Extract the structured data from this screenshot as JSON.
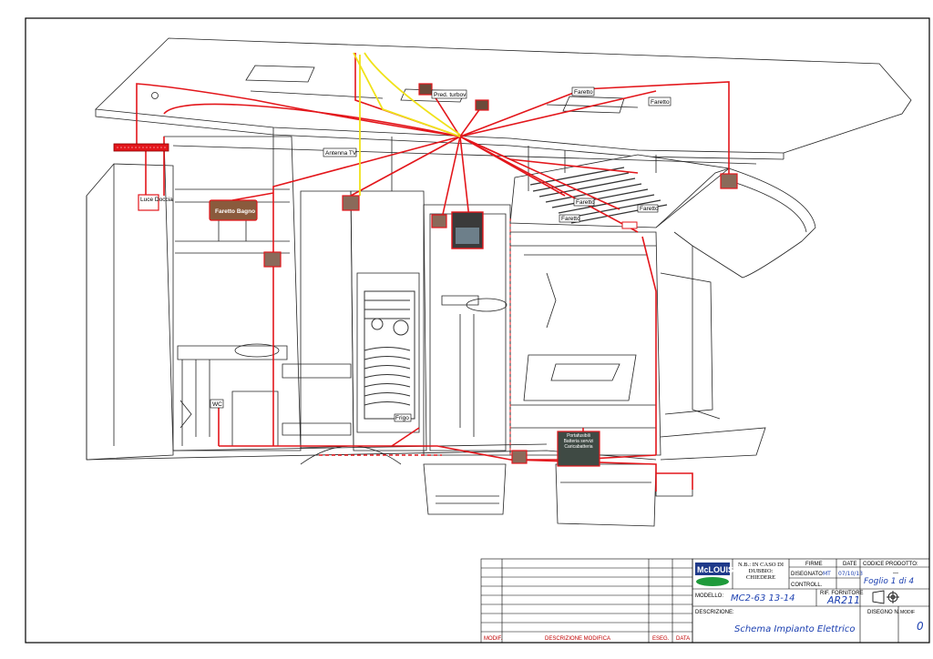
{
  "drawing_labels": {
    "pred_turbov": "Pred. turbov",
    "faretto_a": "Faretto",
    "faretto_b": "Faretto",
    "faretto_c": "Faretto",
    "faretto_d": "Faretto",
    "faretto_e": "Faretto",
    "antenna_tv": "Antenna TV",
    "luce_doccia": "Luce Doccia",
    "faretto_bagno": "Faretto Bagno",
    "wc": "WC",
    "frigo": "Frigo",
    "pannello": "Portafusibili Batteria servizi Caricabatteria"
  },
  "title_block": {
    "nb_note": "N.B.: IN CASO DI DUBBIO: CHIEDERE",
    "firme": "FIRME",
    "date_header": "DATE",
    "codice_prodotto": "CODICE PRODOTTO:",
    "codice_value": "—",
    "disegnato": "DISEGNATO",
    "disegnato_by": "MT",
    "disegnato_date": "07/10/13",
    "controll": "CONTROLL.",
    "foglio": "Foglio 1 di 4",
    "modello_label": "MODELLO:",
    "modello_value": "MC2-63 13-14",
    "rif_fornitore": "RIF. FORNITORE",
    "rif_value": "AR211",
    "descrizione_label": "DESCRIZIONE:",
    "descrizione_value": "Schema Impianto Elettrico",
    "disegno_n": "DISEGNO N.",
    "modif_abbrev": "MODIF",
    "disegno_value": "0",
    "col_modif": "MODIF.",
    "col_descr": "DESCRIZIONE MODIFICA",
    "col_eseg": "ESEG.",
    "col_data": "DATA",
    "logo_text": "McLOUIS"
  },
  "colors": {
    "wire": "#e3161b",
    "wire_yellow": "#f0e21a",
    "line": "#222222",
    "logo_blue": "#1f3a8a",
    "logo_green": "#1e9a3a"
  }
}
